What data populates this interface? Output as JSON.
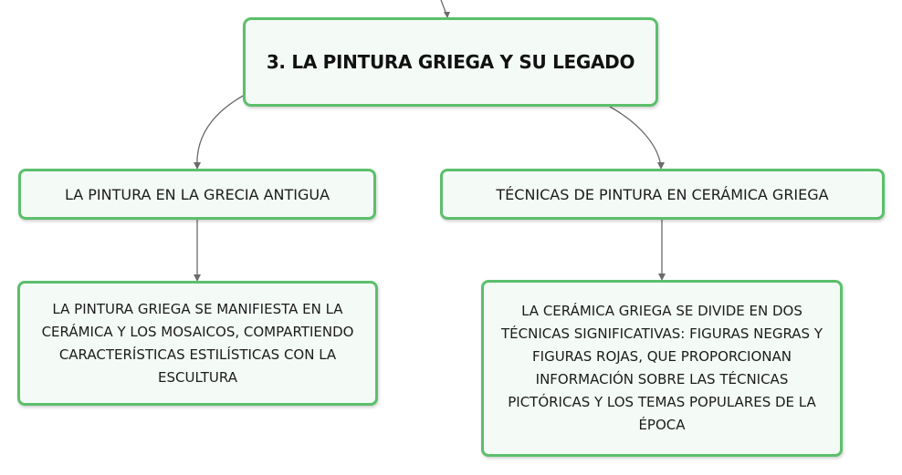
{
  "colors": {
    "node_border": "#5cbf6c",
    "node_fill": "#f4faf5",
    "connector": "#6b6b6b",
    "background": "#ffffff"
  },
  "mindmap": {
    "root": {
      "text": "3. LA PINTURA GRIEGA Y SU LEGADO"
    },
    "branches": [
      {
        "text": "LA PINTURA EN LA GRECIA ANTIGUA",
        "child": {
          "text": "LA PINTURA GRIEGA SE MANIFIESTA EN LA CERÁMICA Y LOS MOSAICOS, COMPARTIENDO CARACTERÍSTICAS ESTILÍSTICAS CON LA ESCULTURA"
        }
      },
      {
        "text": "TÉCNICAS DE PINTURA EN CERÁMICA GRIEGA",
        "child": {
          "text": "LA CERÁMICA GRIEGA SE DIVIDE EN DOS TÉCNICAS SIGNIFICATIVAS: FIGURAS NEGRAS Y FIGURAS ROJAS, QUE PROPORCIONAN INFORMACIÓN SOBRE LAS TÉCNICAS PICTÓRICAS Y LOS TEMAS POPULARES DE LA ÉPOCA"
        }
      }
    ]
  }
}
